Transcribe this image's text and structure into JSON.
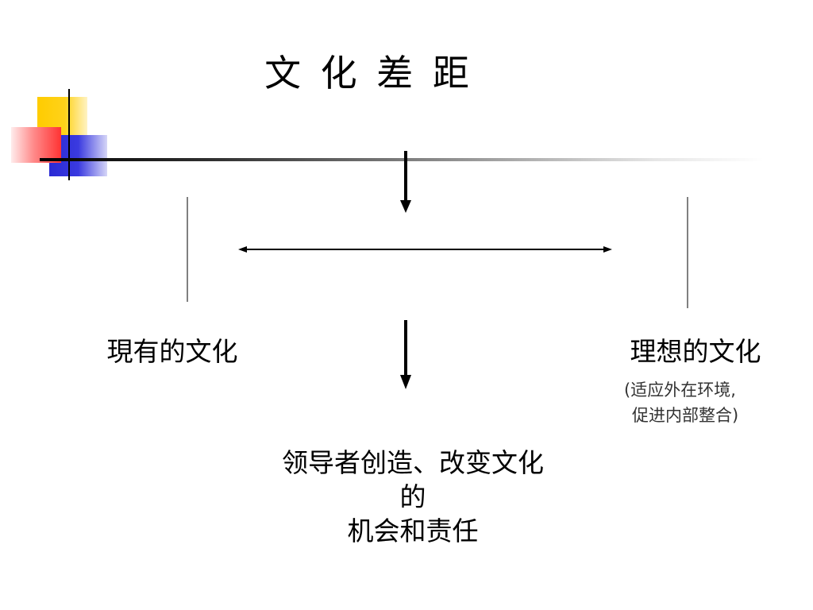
{
  "slide": {
    "title": "文 化 差 距",
    "current_culture": "現有的文化",
    "ideal_culture": "理想的文化",
    "ideal_note": [
      "(适应外在环境,",
      "促进内部整合)"
    ],
    "leader_role": [
      "领导者创造、改变文化",
      "的",
      "机会和责任"
    ]
  },
  "icons": {
    "top_arrow": "down-arrow-icon",
    "gap_arrow": "double-headed-arrow-icon",
    "bottom_arrow": "down-arrow-icon"
  },
  "colors": {
    "background": "#ffffff",
    "text": "#000000",
    "note_text": "#333333",
    "logo_yellow": "#ffcc00",
    "logo_red": "#ff3333",
    "logo_blue": "#2a2ad4"
  }
}
